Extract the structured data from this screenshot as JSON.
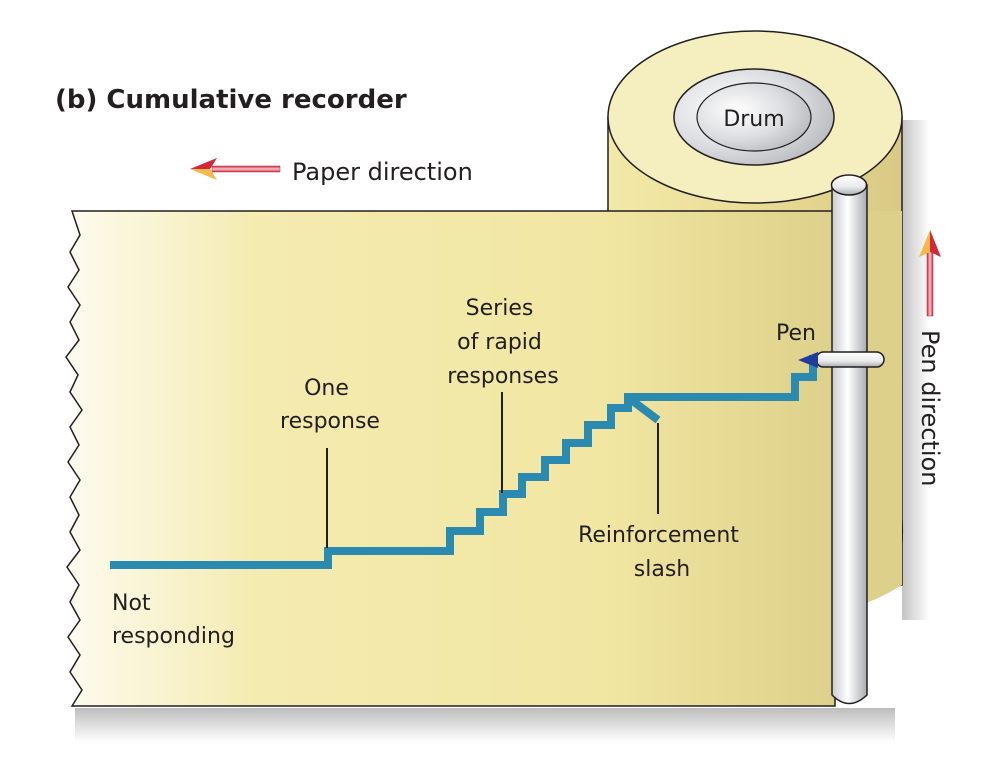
{
  "title": "(b) Cumulative recorder",
  "labels": {
    "drum": "Drum",
    "paper_direction": "Paper direction",
    "pen_direction": "Pen direction",
    "pen": "Pen",
    "one_response": [
      "One",
      "response"
    ],
    "rapid_responses": [
      "Series",
      "of rapid",
      "responses"
    ],
    "reinforcement_slash": [
      "Reinforcement",
      "slash"
    ],
    "not_responding": [
      "Not",
      "responding"
    ]
  },
  "colors": {
    "paper": "#f3e9a8",
    "paper_light": "#fdfbef",
    "paper_dark": "#ddd08a",
    "trace": "#2a8ab0",
    "arrow_red": "#d0283c",
    "arrow_yellow": "#f5b94a",
    "pen_tip": "#1f3e9c",
    "metal": "#e6e7e9",
    "outline": "#231f20"
  },
  "record": {
    "description": "Cumulative record: flat (no responses), one step (one response), a series of rapid steps, reinforcement slash, then flat and two more steps to the pen",
    "segments": [
      "not responding",
      "one response",
      "series of rapid responses",
      "reinforcement slash",
      "pause",
      "responses"
    ]
  }
}
